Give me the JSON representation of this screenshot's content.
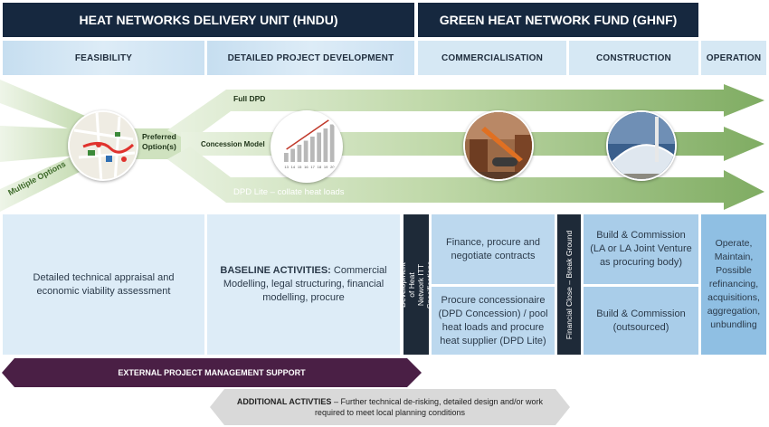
{
  "header": {
    "hndu": "HEAT NETWORKS DELIVERY UNIT (HNDU)",
    "ghnf": "GREEN HEAT NETWORK FUND (GHNF)"
  },
  "phases": {
    "feasibility": "FEASIBILITY",
    "detailed": "DETAILED PROJECT DEVELOPMENT",
    "commercialisation": "COMMERCIALISATION",
    "construction": "CONSTRUCTION",
    "operation": "OPERATION"
  },
  "arrows": {
    "full_dpd": "Full DPD",
    "concession": "Concession Model",
    "dpd_lite": "DPD Lite – collate heat loads",
    "multiple": "Multiple Options",
    "preferred": "Preferred Option(s)"
  },
  "boxes": {
    "feasibility": "Detailed technical appraisal and economic viability assessment",
    "baseline_bold": "BASELINE ACTIVITIES:",
    "baseline_text": " Commercial Modelling, legal structuring, financial modelling, procure",
    "itt": "Development of Heat Network ITT Specifications",
    "finance": "Finance, procure and negotiate contracts",
    "procure": "Procure concessionaire (DPD Concession) / pool heat loads and procure heat supplier (DPD Lite)",
    "financial_close": "Financial Close – Break Ground",
    "build1": "Build & Commission (LA or LA Joint Venture as procuring body)",
    "build2": "Build & Commission (outsourced)",
    "operate": "Operate, Maintain, Possible refinancing, acquisitions, aggregation, unbundling"
  },
  "external": "EXTERNAL PROJECT MANAGEMENT SUPPORT",
  "additional": {
    "bold": "ADDITIONAL ACTIVTIES",
    "text": " – Further technical de-risking, detailed design and/or work required to meet local planning conditions"
  },
  "chart_thumb": {
    "tick_labels": [
      "13",
      "14",
      "15",
      "16",
      "17",
      "18",
      "19",
      "20"
    ]
  },
  "colors": {
    "header": "#16283f",
    "arrow_green": "#86b26a",
    "external_bar": "#4a1f45",
    "additional_bar": "#d9d9d9",
    "phase_bg": "#d6e8f4",
    "box_bg": "#bcd8ee"
  }
}
